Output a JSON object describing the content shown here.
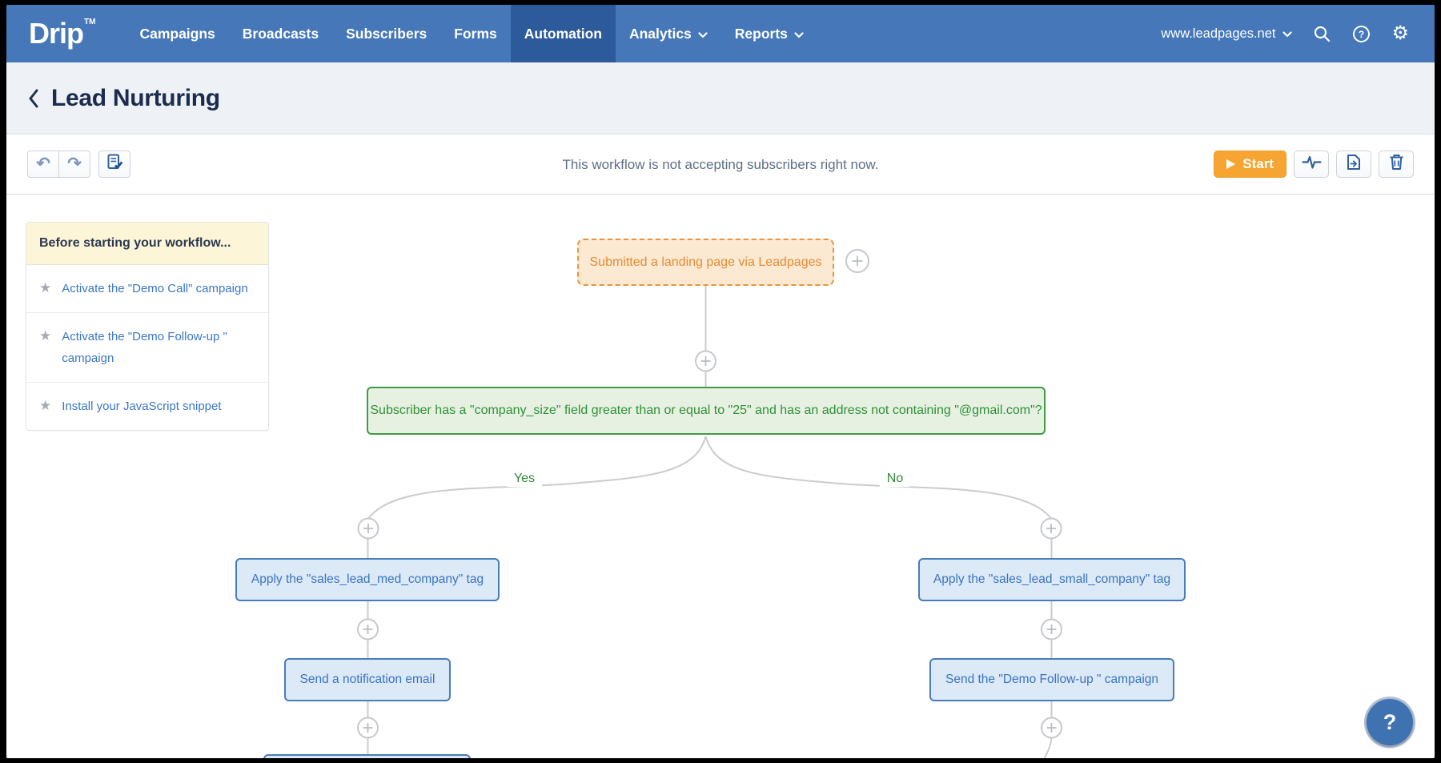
{
  "nav": {
    "brand": "Drip",
    "brand_tm": "TM",
    "items": [
      "Campaigns",
      "Broadcasts",
      "Subscribers",
      "Forms",
      "Automation",
      "Analytics",
      "Reports"
    ],
    "active_item": "Automation",
    "account": "www.leadpages.net"
  },
  "header": {
    "title": "Lead Nurturing"
  },
  "toolbar": {
    "status": "This workflow is not accepting subscribers right now.",
    "start_label": "Start"
  },
  "checklist": {
    "title": "Before starting your workflow...",
    "items": [
      "Activate the \"Demo Call\" campaign",
      "Activate the \"Demo Follow-up \" campaign",
      "Install your JavaScript snippet"
    ]
  },
  "workflow": {
    "trigger_label": "Submitted a landing page via Leadpages",
    "condition_label": "Subscriber has a \"company_size\" field greater than or equal to \"25\" and has an address not containing \"@gmail.com\"?",
    "yes_label": "Yes",
    "no_label": "No",
    "yes_branch": [
      "Apply the \"sales_lead_med_company\" tag",
      "Send a notification email"
    ],
    "no_branch": [
      "Apply the \"sales_lead_small_company\" tag",
      "Send the \"Demo Follow-up \" campaign"
    ]
  },
  "help": {
    "label": "?"
  },
  "icons": {
    "star": "★",
    "gear": "⚙",
    "undo": "↶",
    "redo": "↷"
  },
  "colors": {
    "nav_bg": "#4577b9",
    "nav_active_bg": "#2d5a9b",
    "accent_orange": "#f6a532",
    "trigger_orange": "#ea9440",
    "condition_green": "#3e9b46",
    "action_blue": "#4a7cb9",
    "panel_yellow": "#fdf5d7",
    "link_blue": "#3a77c6"
  }
}
